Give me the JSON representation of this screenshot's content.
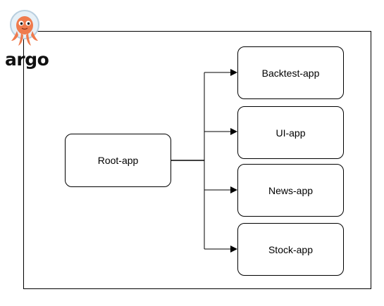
{
  "logo": {
    "text": "argo",
    "icon": "octopus-mascot-icon",
    "colors": {
      "octopus": "#ef7b4d",
      "helmet": "#e6f0f7",
      "text": "#111111"
    }
  },
  "diagram": {
    "root": {
      "label": "Root-app"
    },
    "children": [
      {
        "label": "Backtest-app"
      },
      {
        "label": "UI-app"
      },
      {
        "label": "News-app"
      },
      {
        "label": "Stock-app"
      }
    ],
    "colors": {
      "stroke": "#000000",
      "fill": "#ffffff"
    }
  }
}
